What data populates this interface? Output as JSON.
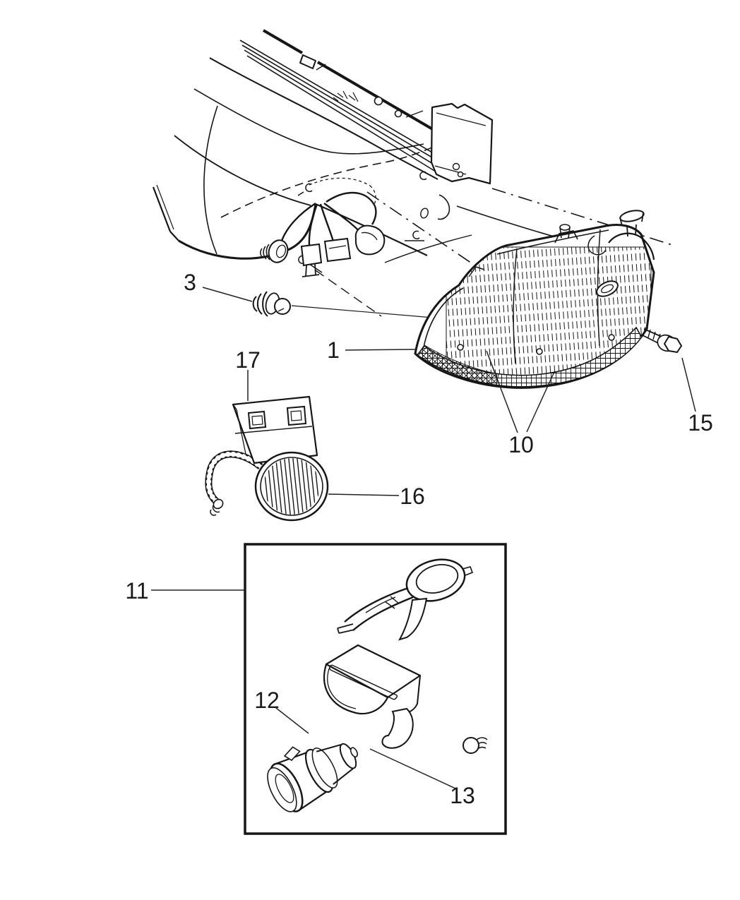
{
  "figure": {
    "kind": "exploded-parts-line-diagram",
    "subject": "Front lamps service diagram: headlamp assembly, park/turn bulb, fog lamp, bracket, sockets and mounting screw on truck front end",
    "background_color": "#ffffff",
    "line_color": "#161616",
    "label_color": "#1a1a1a"
  },
  "callouts": [
    {
      "label": "1",
      "target": "headlamp assembly"
    },
    {
      "label": "3",
      "target": "park/turn signal bulb and socket"
    },
    {
      "label": "10",
      "target": "headlamp lens areas"
    },
    {
      "label": "11",
      "target": "service parts kit box"
    },
    {
      "label": "12",
      "target": "fog lamp socket connector"
    },
    {
      "label": "13",
      "target": "fog lamp bulb and socket"
    },
    {
      "label": "15",
      "target": "headlamp mounting screw"
    },
    {
      "label": "16",
      "target": "fog lamp"
    },
    {
      "label": "17",
      "target": "fog lamp mounting bracket"
    }
  ]
}
